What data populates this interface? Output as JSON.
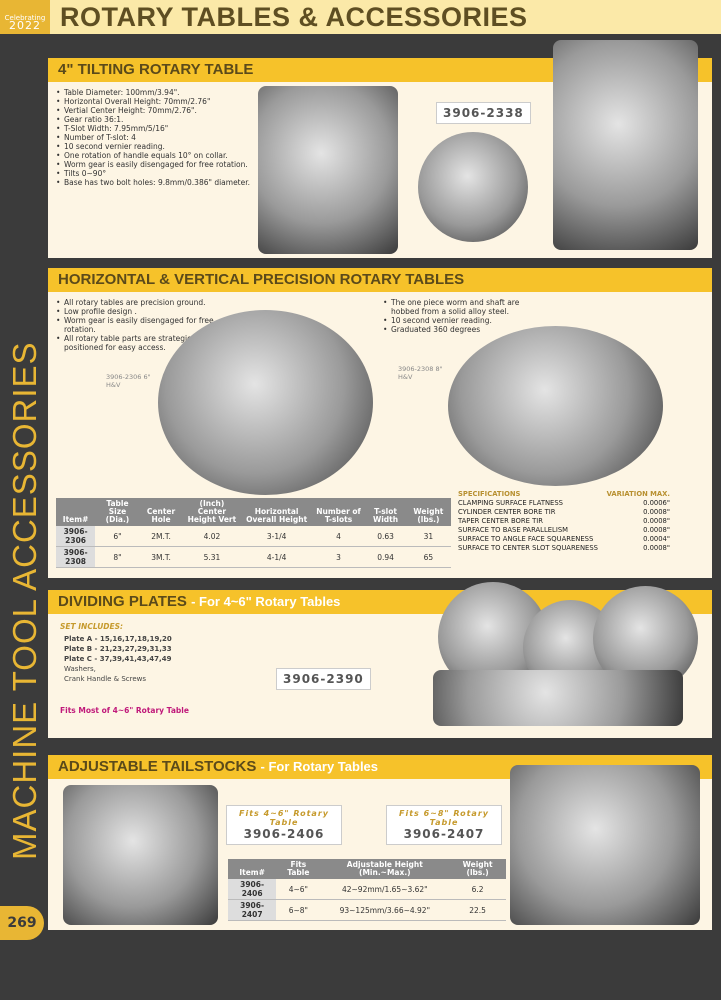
{
  "header": {
    "logo_line1": "Celebrating",
    "logo_year": "2022",
    "title": "ROTARY TABLES & ACCESSORIES"
  },
  "side_label": "MACHINE TOOL ACCESSORIES",
  "page_number": "269",
  "colors": {
    "section_bar": "#f6c22a",
    "title_text": "#5e4e22",
    "background": "#3b3b3b",
    "panel": "#fdf5e4"
  },
  "tilting": {
    "title": "4\" TILTING ROTARY TABLE",
    "code": "3906-2338",
    "features": [
      "Table Diameter: 100mm/3.94\".",
      "Horizontal Overall Height: 70mm/2.76\"",
      "Vertial Center Height: 70mm/2.76\".",
      "Gear ratio 36:1.",
      "T-Slot Width: 7.95mm/5/16\"",
      "Number of T-slot: 4",
      "10 second vernier reading.",
      "One rotation of handle equals 10° on collar.",
      "Worm gear is easily disengaged for free rotation.",
      "Tilts 0~90°",
      "Base has two bolt holes: 9.8mm/0.386\" diameter."
    ]
  },
  "hv": {
    "title": "HORIZONTAL & VERTICAL PRECISION ROTARY TABLES",
    "features_left": [
      "All rotary tables are precision ground.",
      "Low profile design .",
      "Worm gear is easily disengaged for free rotation.",
      "All rotary table parts are strategically positioned for easy access."
    ],
    "features_right": [
      "The one piece worm and shaft are hobbed from a solid alloy steel.",
      "10 second vernier reading.",
      "Graduated 360 degrees"
    ],
    "label1": "3906-2306 6\" H&V",
    "label2": "3906-2308 8\" H&V",
    "table": {
      "headers": [
        "Item#",
        "Table Size (Dia.)",
        "Center Hole",
        "(Inch) Center Height Vert",
        "Horizontal Overall Height",
        "Number of T-slots",
        "T-slot Width",
        "Weight (lbs.)"
      ],
      "rows": [
        [
          "3906-2306",
          "6\"",
          "2M.T.",
          "4.02",
          "3-1/4",
          "4",
          "0.63",
          "31"
        ],
        [
          "3906-2308",
          "8\"",
          "3M.T.",
          "5.31",
          "4-1/4",
          "3",
          "0.94",
          "65"
        ]
      ]
    },
    "specs": {
      "header": "SPECIFICATIONS",
      "header_right": "VARIATION MAX.",
      "rows": [
        [
          "CLAMPING SURFACE FLATNESS",
          "0.0006\""
        ],
        [
          "CYLINDER CENTER BORE TIR",
          "0.0008\""
        ],
        [
          "TAPER CENTER BORE TIR",
          "0.0008\""
        ],
        [
          "SURFACE TO BASE PARALLELISM",
          "0.0008\""
        ],
        [
          "SURFACE TO ANGLE FACE SQUARENESS",
          "0.0004\""
        ],
        [
          "SURFACE TO CENTER SLOT SQUARENESS",
          "0.0008\""
        ]
      ]
    }
  },
  "dividing": {
    "title": "DIVIDING PLATES",
    "subtitle": "- For 4~6\" Rotary Tables",
    "set_label": "SET INCLUDES:",
    "items": [
      "Plate A - 15,16,17,18,19,20",
      "Plate B - 21,23,27,29,31,33",
      "Plate C - 37,39,41,43,47,49",
      "Washers,",
      "Crank Handle & Screws"
    ],
    "code": "3906-2390",
    "fits": "Fits Most of 4~6\" Rotary Table"
  },
  "tailstocks": {
    "title": "ADJUSTABLE TAILSTOCKS",
    "subtitle": "- For Rotary Tables",
    "box1_fits": "Fits 4~6\" Rotary Table",
    "box1_code": "3906-2406",
    "box2_fits": "Fits 6~8\" Rotary Table",
    "box2_code": "3906-2407",
    "table": {
      "headers": [
        "Item#",
        "Fits Table",
        "Adjustable Height (Min.~Max.)",
        "Weight (lbs.)"
      ],
      "rows": [
        [
          "3906-2406",
          "4~6\"",
          "42~92mm/1.65~3.62\"",
          "6.2"
        ],
        [
          "3906-2407",
          "6~8\"",
          "93~125mm/3.66~4.92\"",
          "22.5"
        ]
      ]
    }
  }
}
